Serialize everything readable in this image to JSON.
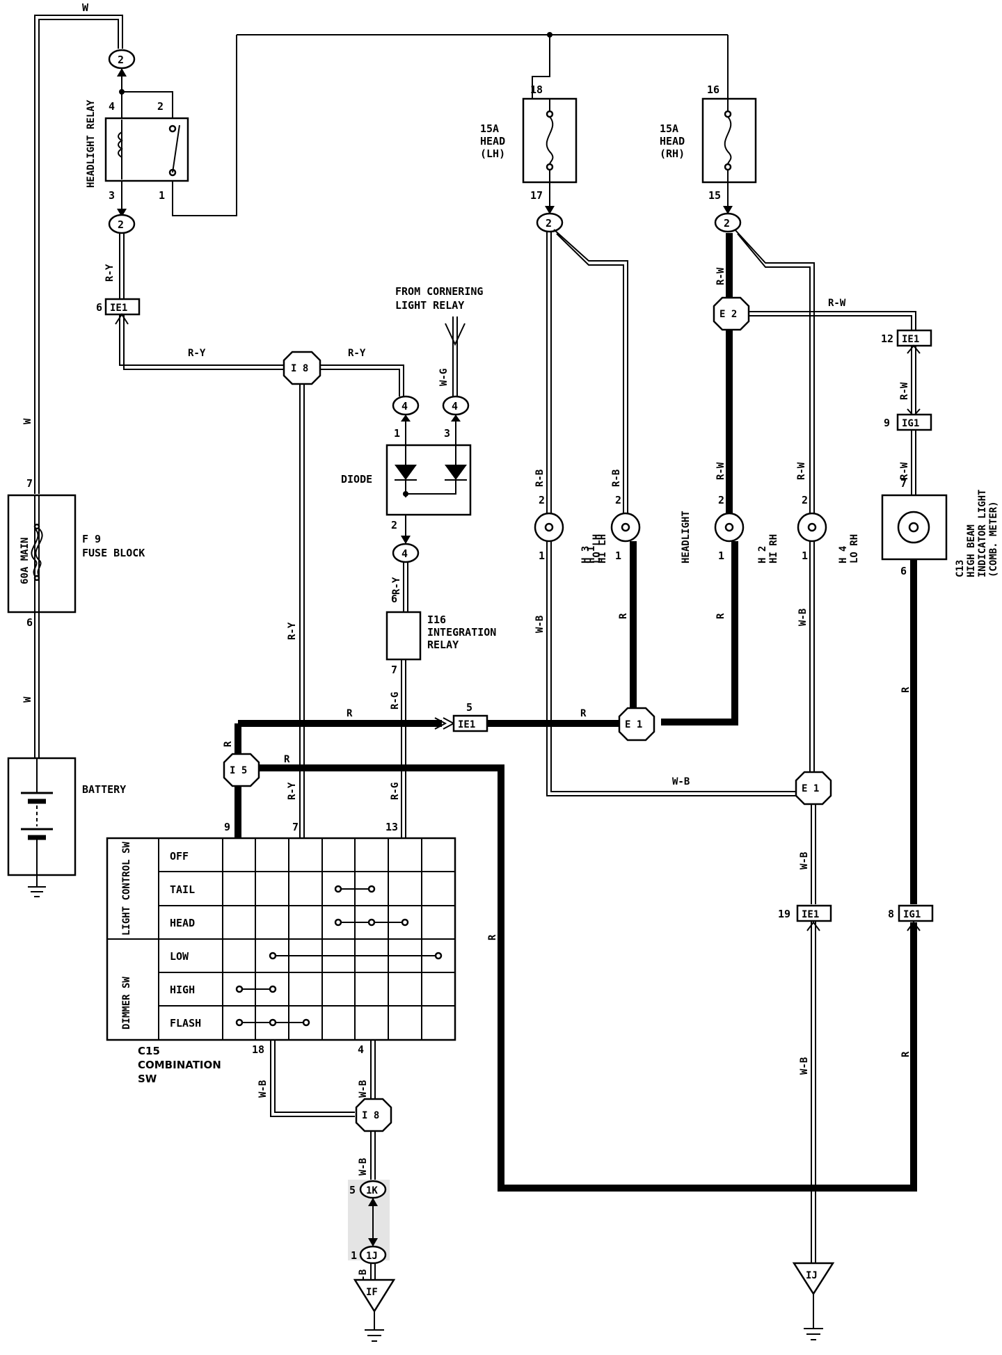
{
  "top": {
    "w_label": "W"
  },
  "relay": {
    "name": "HEADLIGHT RELAY",
    "pins": {
      "p4": "4",
      "p2": "2",
      "p3": "3",
      "p1": "1"
    },
    "conn_top": "2",
    "conn_bot": "2"
  },
  "fuse_lh": {
    "label_line1": "15A",
    "label_line2": "HEAD",
    "label_line3": "(LH)",
    "pin_in": "18",
    "pin_out": "17",
    "conn": "2"
  },
  "fuse_rh": {
    "label_line1": "15A",
    "label_line2": "HEAD",
    "label_line3": "(RH)",
    "pin_in": "16",
    "pin_out": "15",
    "conn": "2"
  },
  "wires": {
    "ry": "R-Y",
    "w": "W",
    "rb": "R-B",
    "rw": "R-W",
    "r": "R",
    "wb": "W-B",
    "wg": "W-G",
    "rg": "R-G"
  },
  "connectors": {
    "ie1": "IE1",
    "ig1": "IG1",
    "i8": "I 8",
    "i5": "I 5",
    "e1": "E 1",
    "e2": "E 2",
    "c4": "4",
    "c1k": "1K",
    "c1j": "1J",
    "gnd_if": "IF",
    "gnd_ij": "IJ"
  },
  "pins": {
    "p6": "6",
    "p12": "12",
    "p9": "9",
    "p7": "7",
    "p5": "5",
    "p19": "19",
    "p8": "8",
    "p1": "1",
    "p2": "2",
    "p3": "3",
    "p13": "13",
    "p18": "18",
    "p4": "4"
  },
  "cornering": {
    "line1": "FROM CORNERING",
    "line2": "LIGHT RELAY"
  },
  "diode": {
    "label": "DIODE"
  },
  "integration": {
    "label1": "I16",
    "label2": "INTEGRATION",
    "label3": "RELAY"
  },
  "fuse_block": {
    "label1": "F 9",
    "label2": "FUSE BLOCK",
    "main": "60A MAIN",
    "pin_top": "7",
    "pin_bot": "6"
  },
  "battery": {
    "label": "BATTERY"
  },
  "lamps": {
    "h3": {
      "line1": "H 3",
      "line2": "LO LH"
    },
    "h1": {
      "line1": "H 1",
      "line2": "HI LH"
    },
    "h2": {
      "line1": "H 2",
      "line2": "HI RH"
    },
    "h4": {
      "line1": "H 4",
      "line2": "LO RH"
    },
    "group": "HEADLIGHT"
  },
  "indicator": {
    "line1": "C13",
    "line2": "HIGH BEAM",
    "line3": "INDICATOR LIGHT",
    "line4": "(COMB. METER)"
  },
  "switch": {
    "light_control": "LIGHT CONTROL SW",
    "dimmer": "DIMMER SW",
    "rows": [
      "OFF",
      "TAIL",
      "HEAD",
      "LOW",
      "HIGH",
      "FLASH"
    ],
    "name1": "C15",
    "name2": "COMBINATION",
    "name3": "SW"
  }
}
